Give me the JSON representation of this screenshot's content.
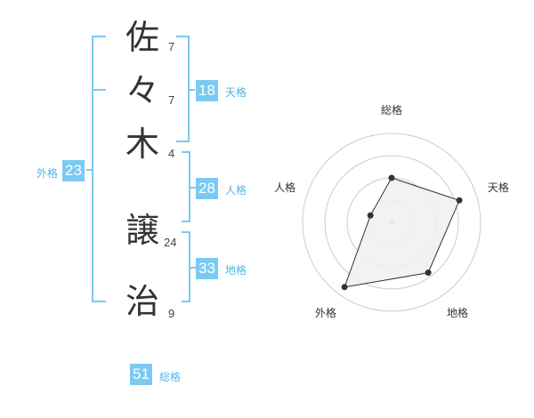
{
  "name": {
    "chars": [
      {
        "char": "佐",
        "strokes": "7"
      },
      {
        "char": "々",
        "strokes": "7"
      },
      {
        "char": "木",
        "strokes": "4"
      },
      {
        "char": "譲",
        "strokes": "24"
      },
      {
        "char": "治",
        "strokes": "9"
      }
    ]
  },
  "fortune": {
    "tenkaku": {
      "value": "18",
      "label": "天格"
    },
    "jinkaku": {
      "value": "28",
      "label": "人格"
    },
    "chikaku": {
      "value": "33",
      "label": "地格"
    },
    "gaikaku": {
      "value": "23",
      "label": "外格"
    },
    "soukaku": {
      "value": "51",
      "label": "総格"
    }
  },
  "chart_data": {
    "type": "radar",
    "axes": [
      "総格",
      "天格",
      "地格",
      "外格",
      "人格"
    ],
    "values": [
      0.5,
      0.8,
      0.7,
      0.9,
      0.25
    ],
    "range": [
      0,
      1
    ],
    "rings": 4,
    "colors": {
      "fill": "#f0f0f0",
      "stroke": "#333333",
      "grid": "#cccccc",
      "center": "#bbbbbb"
    }
  }
}
